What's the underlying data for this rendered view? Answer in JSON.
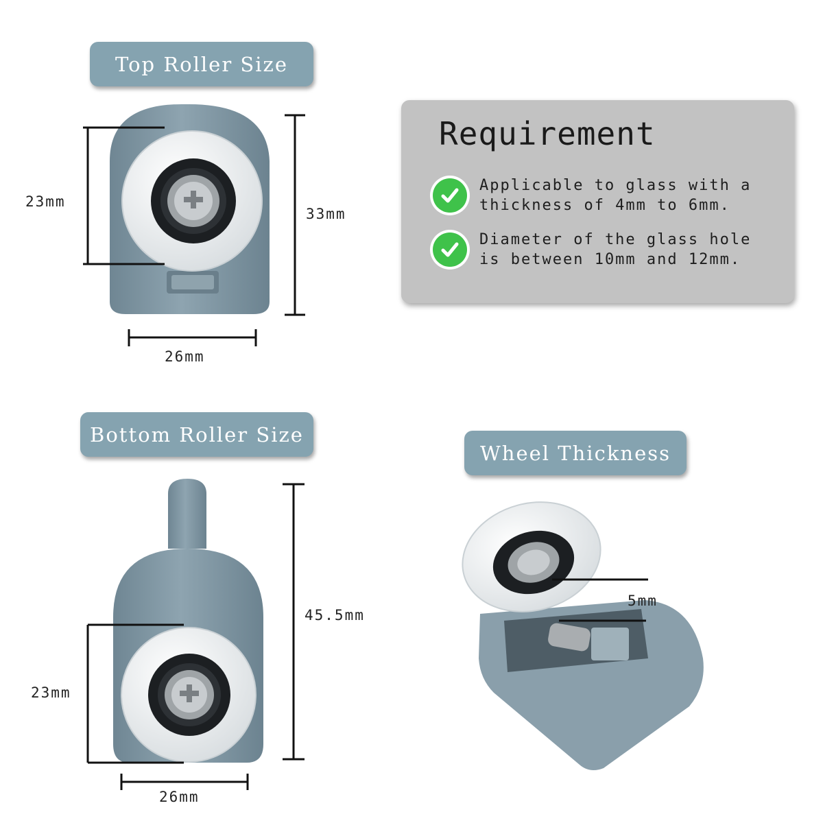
{
  "labels": {
    "top_roller": "Top Roller Size",
    "bottom_roller": "Bottom Roller Size",
    "wheel_thickness": "Wheel Thickness"
  },
  "requirement": {
    "title": "Requirement",
    "items": [
      {
        "line1": "Applicable to glass with a",
        "line2": "thickness of 4mm to 6mm."
      },
      {
        "line1": "Diameter of the glass hole",
        "line2": "is between 10mm and 12mm."
      }
    ],
    "icon": "check-circle-icon",
    "check_color": "#3fc24a"
  },
  "dimensions": {
    "top_wheel": "23mm",
    "top_height": "33mm",
    "top_width": "26mm",
    "bottom_wheel": "23mm",
    "bottom_height": "45.5mm",
    "bottom_width": "26mm",
    "wheel_thickness": "5mm"
  },
  "colors": {
    "label_bg": "#85a3b0",
    "card_bg": "#c2c2c2",
    "roller_body": "#7f95a1",
    "wheel": "#f4f6f6"
  }
}
